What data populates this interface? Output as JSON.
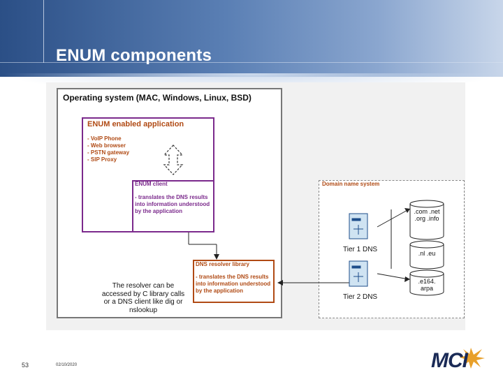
{
  "slide": {
    "title": "ENUM components",
    "page_number": "53",
    "date": "02/10/2020"
  },
  "diagram": {
    "os_label": "Operating system (MAC, Windows, Linux, BSD)",
    "app_label": "ENUM enabled application",
    "app_items": [
      "- VoIP Phone",
      "- Web browser",
      "- PSTN gateway",
      "- SIP Proxy"
    ],
    "client_label": "ENUM client",
    "client_desc": "- translates the DNS results into information understood by the application",
    "resolver_label": "DNS resolver library",
    "resolver_desc": "- translates the DNS results into information understood by the application",
    "resolver_note": "The resolver can be accessed by C library calls or a DNS client like dig or nslookup",
    "dns_label": "Domain  name system",
    "tier1_label": "Tier 1 DNS",
    "tier2_label": "Tier 2 DNS",
    "cylinders": [
      {
        "lines": ".com .net .org .info"
      },
      {
        "lines": ".nl .eu"
      },
      {
        "lines": ".e164. arpa"
      }
    ]
  },
  "logo": {
    "text": "MCI"
  },
  "colors": {
    "header_blue": "#2b4f86",
    "purple": "#7b2a8c",
    "orange": "#b04a14",
    "logo_orange": "#e8a02a"
  }
}
